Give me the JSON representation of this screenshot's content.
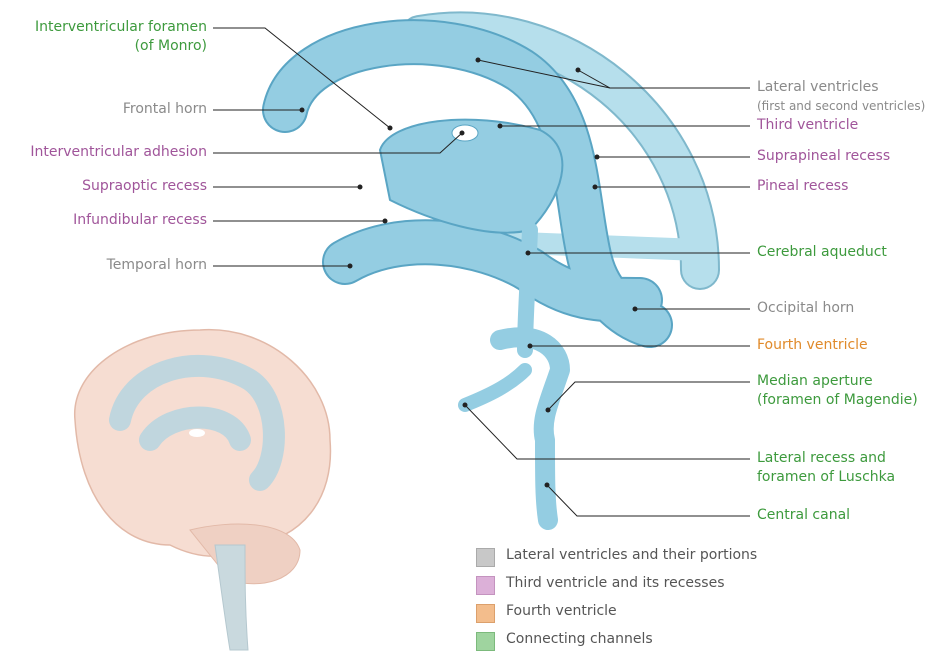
{
  "colors": {
    "lateral": "#8a8a8a",
    "third": "#a0559a",
    "fourth": "#e08a2a",
    "channel": "#3d9a3d",
    "ventricle": "#94cde2"
  },
  "labels": {
    "monro_1": "Interventricular foramen",
    "monro_2": "(of Monro)",
    "frontal": "Frontal horn",
    "adhesion": "Interventricular adhesion",
    "supraoptic": "Supraoptic recess",
    "infundibular": "Infundibular recess",
    "temporal": "Temporal horn",
    "lateral": "Lateral ventricles",
    "lateral_sub": "(first and second ventricles)",
    "third": "Third ventricle",
    "suprapineal": "Suprapineal recess",
    "pineal": "Pineal recess",
    "aqueduct": "Cerebral aqueduct",
    "occipital": "Occipital horn",
    "fourth": "Fourth ventricle",
    "median_1": "Median aperture",
    "median_2": "(foramen of Magendie)",
    "luschka_1": "Lateral recess and",
    "luschka_2": "foramen of Luschka",
    "central": "Central canal"
  },
  "legend": [
    {
      "label": "Lateral ventricles and their portions",
      "color": "#c8c8c8"
    },
    {
      "label": "Third ventricle and its recesses",
      "color": "#dcb0d8"
    },
    {
      "label": "Fourth ventricle",
      "color": "#f3bd8c"
    },
    {
      "label": "Connecting channels",
      "color": "#9fd49f"
    }
  ]
}
